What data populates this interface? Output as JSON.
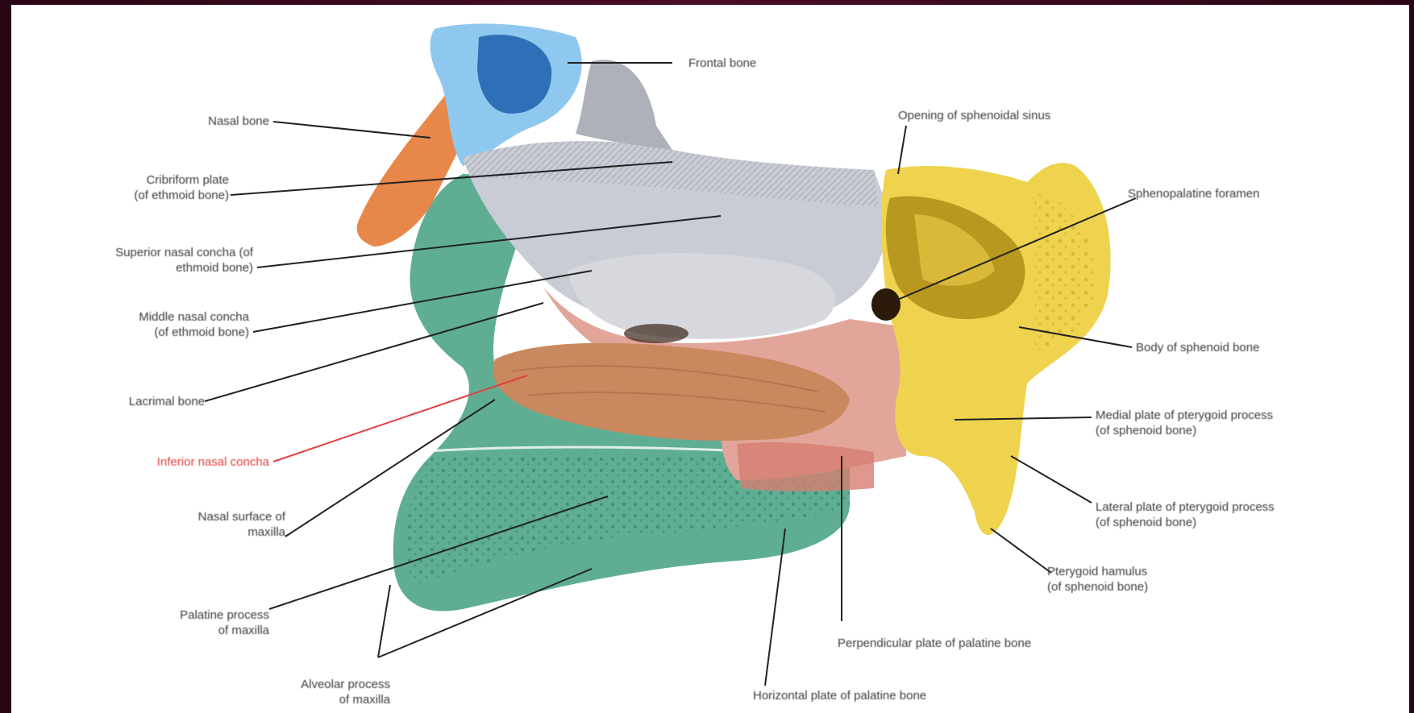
{
  "figure": {
    "labels": {
      "frontal_bone": "Frontal bone",
      "nasal_bone": "Nasal bone",
      "cribriform_plate": [
        "Cribriform plate",
        "(of ethmoid bone)"
      ],
      "superior_concha": [
        "Superior nasal concha (of",
        "ethmoid bone)"
      ],
      "middle_concha": [
        "Middle nasal concha",
        "(of ethmoid bone)"
      ],
      "lacrimal_bone": "Lacrimal bone",
      "inferior_concha": "Inferior nasal concha",
      "nasal_surface_maxilla": [
        "Nasal surface of",
        "maxilla"
      ],
      "palatine_process": [
        "Palatine process",
        "of maxilla"
      ],
      "alveolar_process": [
        "Alveolar process",
        "of maxilla"
      ],
      "opening_sphenoidal_sinus": "Opening of sphenoidal sinus",
      "sphenopalatine_foramen": "Sphenopalatine foramen",
      "body_sphenoid": "Body of sphenoid bone",
      "medial_plate": [
        "Medial plate of pterygoid process",
        "(of sphenoid bone)"
      ],
      "lateral_plate": [
        "Lateral plate of pterygoid process",
        "(of sphenoid bone)"
      ],
      "pterygoid_hamulus": [
        "Pterygoid hamulus",
        "(of sphenoid bone)"
      ],
      "perpendicular_plate": "Perpendicular plate of palatine bone",
      "horizontal_plate": "Horizontal plate of palatine bone"
    },
    "colors": {
      "frame": "#3a0a1e",
      "frontal": "#5aa8e0",
      "nasal": "#e8874a",
      "ethmoid": "#c9ccd4",
      "maxilla": "#5fae93",
      "inferior_concha": "#c9885e",
      "palatine": "#e2a59a",
      "sphenoid": "#efd34e",
      "highlight_label": "#e0403c"
    }
  }
}
